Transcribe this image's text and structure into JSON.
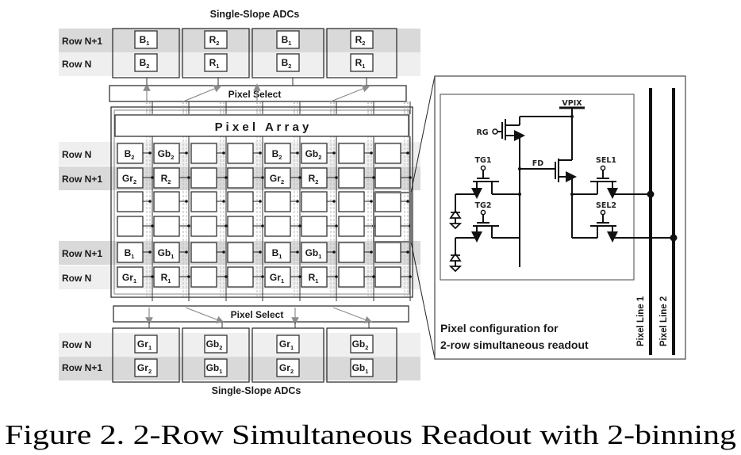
{
  "figure": {
    "caption": "Figure 2. 2-Row Simultaneous Readout with 2-binning"
  },
  "top_adc": {
    "title": "Single-Slope ADCs",
    "row_labels": [
      "Row N+1",
      "Row N"
    ],
    "columns": [
      {
        "top": {
          "base": "B",
          "sub": "1"
        },
        "bottom": {
          "base": "B",
          "sub": "2"
        }
      },
      {
        "top": {
          "base": "R",
          "sub": "2"
        },
        "bottom": {
          "base": "R",
          "sub": "1"
        }
      },
      {
        "top": {
          "base": "B",
          "sub": "1"
        },
        "bottom": {
          "base": "B",
          "sub": "2"
        }
      },
      {
        "top": {
          "base": "R",
          "sub": "2"
        },
        "bottom": {
          "base": "R",
          "sub": "1"
        }
      }
    ],
    "select_label": "Pixel Select"
  },
  "pixel_array": {
    "title": "P i x e l   A r r a y",
    "row_labels": [
      "Row N",
      "Row N+1",
      "",
      "",
      "Row N+1",
      "Row N"
    ],
    "shaded_rows": [
      0,
      1,
      4,
      5
    ],
    "cells": [
      [
        {
          "base": "B",
          "sub": "2"
        },
        {
          "base": "Gb",
          "sub": "2"
        },
        null,
        null,
        {
          "base": "B",
          "sub": "2"
        },
        {
          "base": "Gb",
          "sub": "2"
        },
        null,
        null
      ],
      [
        {
          "base": "Gr",
          "sub": "2"
        },
        {
          "base": "R",
          "sub": "2"
        },
        null,
        null,
        {
          "base": "Gr",
          "sub": "2"
        },
        {
          "base": "R",
          "sub": "2"
        },
        null,
        null
      ],
      [
        null,
        null,
        null,
        null,
        null,
        null,
        null,
        null
      ],
      [
        null,
        null,
        null,
        null,
        null,
        null,
        null,
        null
      ],
      [
        {
          "base": "B",
          "sub": "1"
        },
        {
          "base": "Gb",
          "sub": "1"
        },
        null,
        null,
        {
          "base": "B",
          "sub": "1"
        },
        {
          "base": "Gb",
          "sub": "1"
        },
        null,
        null
      ],
      [
        {
          "base": "Gr",
          "sub": "1"
        },
        {
          "base": "R",
          "sub": "1"
        },
        null,
        null,
        {
          "base": "Gr",
          "sub": "1"
        },
        {
          "base": "R",
          "sub": "1"
        },
        null,
        null
      ]
    ]
  },
  "bottom_adc": {
    "title": "Single-Slope ADCs",
    "row_labels": [
      "Row N",
      "Row N+1"
    ],
    "columns": [
      {
        "top": {
          "base": "Gr",
          "sub": "1"
        },
        "bottom": {
          "base": "Gr",
          "sub": "2"
        }
      },
      {
        "top": {
          "base": "Gb",
          "sub": "2"
        },
        "bottom": {
          "base": "Gb",
          "sub": "1"
        }
      },
      {
        "top": {
          "base": "Gr",
          "sub": "1"
        },
        "bottom": {
          "base": "Gr",
          "sub": "2"
        }
      },
      {
        "top": {
          "base": "Gb",
          "sub": "2"
        },
        "bottom": {
          "base": "Gb",
          "sub": "1"
        }
      }
    ],
    "select_label": "Pixel Select"
  },
  "pixel_circuit": {
    "caption_line1": "Pixel configuration for",
    "caption_line2": "2-row simultaneous readout",
    "labels": {
      "vpix": "VPIX",
      "rg": "RG",
      "fd": "FD",
      "tg1": "TG1",
      "tg2": "TG2",
      "sel1": "SEL1",
      "sel2": "SEL2"
    },
    "pixel_lines": [
      "Pixel Line 1",
      "Pixel Line 2"
    ]
  },
  "colors": {
    "row_shade_dark": "#d9d9d9",
    "row_shade_light": "#efefef",
    "line": "#333333",
    "arrow_gray": "#8c8c8c"
  }
}
